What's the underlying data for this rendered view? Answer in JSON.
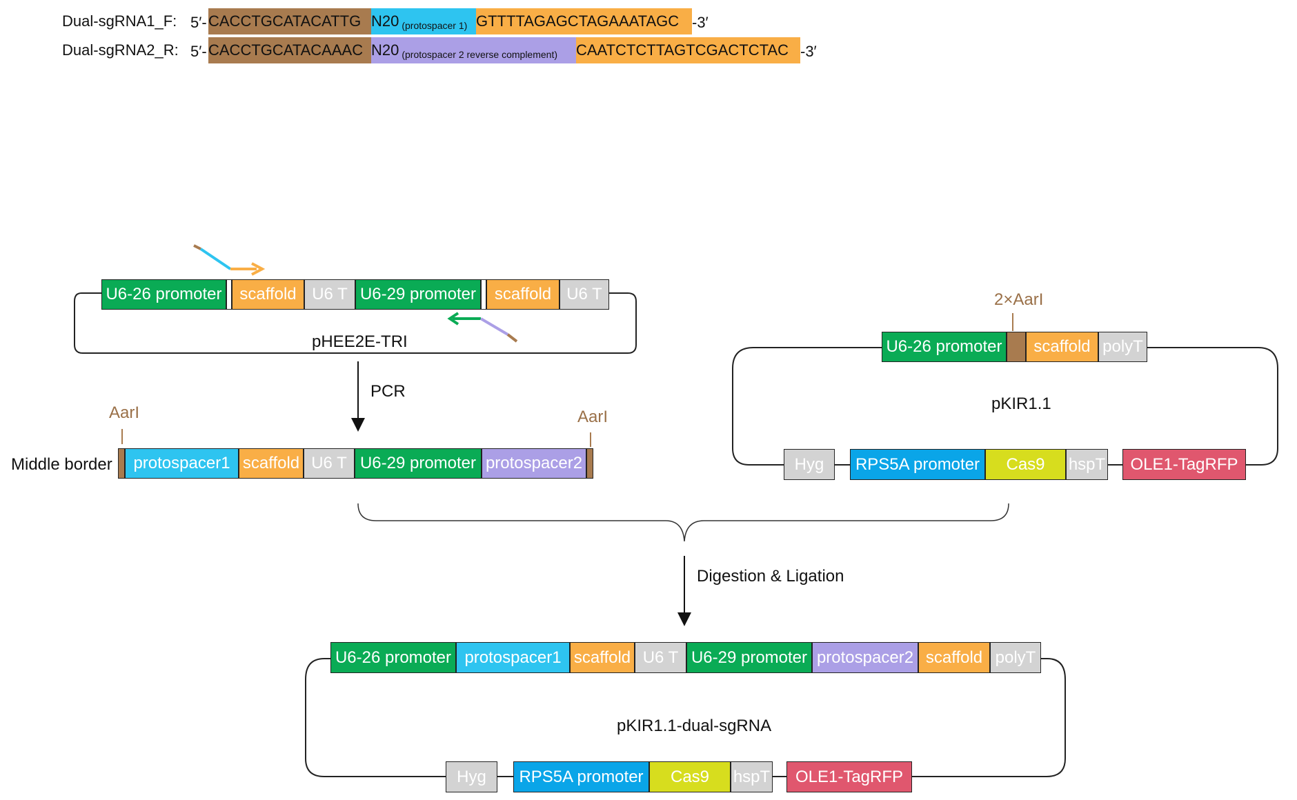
{
  "colors": {
    "promoter": "#0aab55",
    "scaffold": "#f9ae46",
    "terminator": "#d3d3d3",
    "protospacer1": "#2ec4f0",
    "protospacer2": "#ab9fe6",
    "aarl_site": "#a87b4f",
    "cas9": "#d7dd1e",
    "rps5a": "#0aa5e8",
    "tagrfp": "#e0576e",
    "site_label": "#9a7048"
  },
  "primers": {
    "p1": {
      "name": "Dual-sgRNA1_F:",
      "prefix": "5′-",
      "site_seq": "CACCTGCATACATTG",
      "n20": "N20",
      "n20_note": "(protospacer  1)",
      "tail_seq": "GTTTTAGAGCTAGAAATAGC",
      "suffix": "-3′"
    },
    "p2": {
      "name": "Dual-sgRNA2_R:",
      "prefix": "5′-",
      "site_seq": "CACCTGCATACAAAC",
      "n20": "N20",
      "n20_note": "(protospacer  2 reverse complement)",
      "tail_seq": "CAATCTCTTAGTCGACTCTAC",
      "suffix": "-3′"
    }
  },
  "template": {
    "name": "pHEE2E-TRI",
    "parts": [
      "U6-26 promoter",
      "scaffold",
      "U6 T",
      "U6-29 promoter",
      "scaffold",
      "U6 T"
    ],
    "arrow_label": "PCR"
  },
  "pcr_product": {
    "label": "Middle border",
    "site_left": "AarI",
    "site_right": "AarI",
    "parts": [
      "protospacer1",
      "scaffold",
      "U6 T",
      "U6-29 promoter",
      "protospacer2"
    ]
  },
  "vector": {
    "name": "pKIR1.1",
    "site": "2×AarI",
    "top_parts": [
      "U6-26 promoter",
      "scaffold",
      "polyT"
    ],
    "bottom_parts": [
      "Hyg",
      "RPS5A promoter",
      "Cas9",
      "hspT",
      "OLE1-TagRFP"
    ]
  },
  "step": {
    "label": "Digestion & Ligation"
  },
  "final": {
    "name": "pKIR1.1-dual-sgRNA",
    "top_parts": [
      "U6-26 promoter",
      "protospacer1",
      "scaffold",
      "U6 T",
      "U6-29 promoter",
      "protospacer2",
      "scaffold",
      "polyT"
    ],
    "bottom_parts": [
      "Hyg",
      "RPS5A promoter",
      "Cas9",
      "hspT",
      "OLE1-TagRFP"
    ]
  }
}
